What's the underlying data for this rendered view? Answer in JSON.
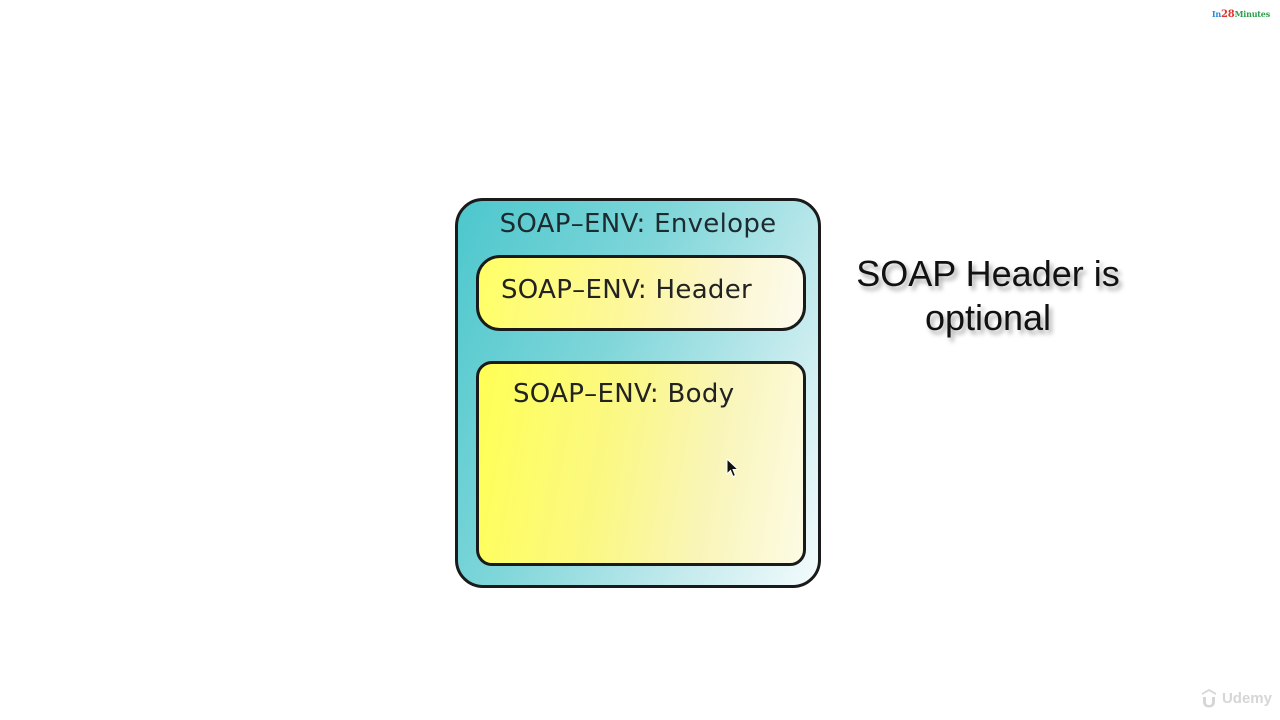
{
  "brand": {
    "prefix": "In",
    "number": "28",
    "suffix": "Minutes"
  },
  "diagram": {
    "envelope_label": "SOAP–ENV: Envelope",
    "header_label": "SOAP–ENV: Header",
    "body_label": "SOAP–ENV: Body"
  },
  "annotation": {
    "line1": "SOAP Header is",
    "line2": "optional"
  },
  "watermark": {
    "text": "Udemy",
    "icon": "udemy-logo-icon"
  },
  "colors": {
    "envelope_accent": "#4cc7cd",
    "box_accent": "#ffff55",
    "border": "#1a1a1a"
  }
}
